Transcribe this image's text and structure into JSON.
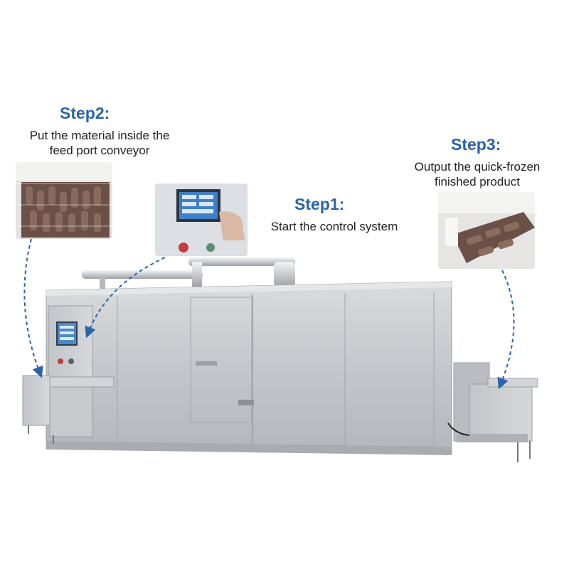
{
  "step1": {
    "title": "Step1:",
    "description": "Start the control system"
  },
  "step2": {
    "title": "Step2:",
    "description_lines": [
      "Put the material inside the",
      "feed port conveyor"
    ]
  },
  "step3": {
    "title": "Step3:",
    "description_lines": [
      "Output the quick-frozen",
      "finished product"
    ]
  },
  "colors": {
    "accent": "#2b64a8",
    "steel": "#c9cbce",
    "arrow": "#2b64a8"
  }
}
